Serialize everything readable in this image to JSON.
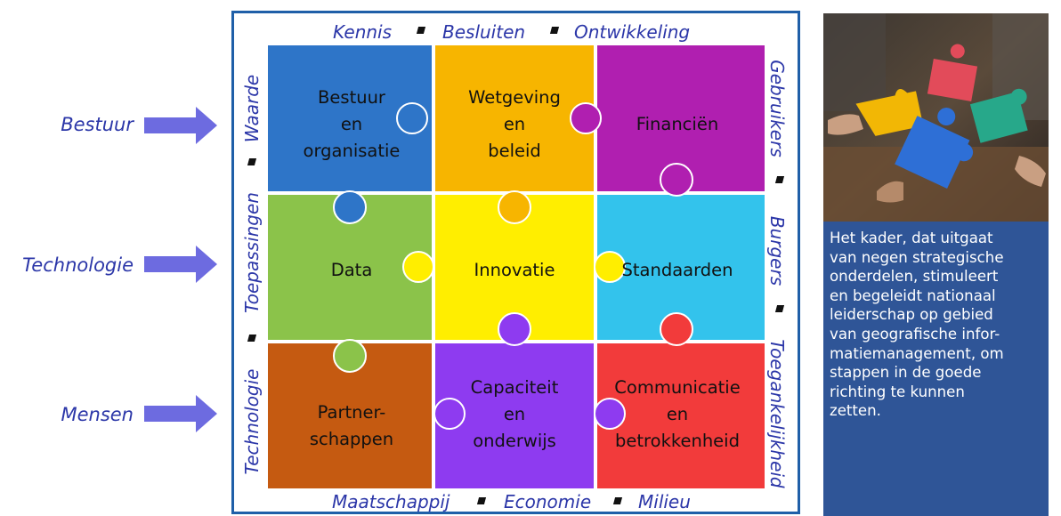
{
  "rows": {
    "governance": "Bestuur",
    "technology": "Technologie",
    "people": "Mensen"
  },
  "top_labels": [
    "Kennis",
    "Besluiten",
    "Ontwikkeling"
  ],
  "bottom_labels": [
    "Maatschappij",
    "Economie",
    "Milieu"
  ],
  "left_labels": [
    "Waarde",
    "Toepassingen",
    "Technologie"
  ],
  "right_labels": [
    "Gebruikers",
    "Burgers",
    "Toegankelijkheid"
  ],
  "tiles": [
    {
      "lines": [
        "Bestuur",
        "en",
        "organisatie"
      ],
      "color": "#2e75c8"
    },
    {
      "lines": [
        "Wetgeving",
        "en",
        "beleid"
      ],
      "color": "#f7b500"
    },
    {
      "lines": [
        "Financiën"
      ],
      "color": "#b01fb0"
    },
    {
      "lines": [
        "Data"
      ],
      "color": "#8bc34a"
    },
    {
      "lines": [
        "Innovatie"
      ],
      "color": "#ffee00"
    },
    {
      "lines": [
        "Standaarden"
      ],
      "color": "#33c3ec"
    },
    {
      "lines": [
        "Partner-",
        "schappen"
      ],
      "color": "#c55a11"
    },
    {
      "lines": [
        "Capaciteit",
        "en",
        "onderwijs"
      ],
      "color": "#8e3bf0"
    },
    {
      "lines": [
        "Communicatie",
        "en",
        "betrokkenheid"
      ],
      "color": "#f23b3b"
    }
  ],
  "caption_lines": [
    "Het kader, dat uitgaat",
    "van negen strategische",
    "onderdelen, stimuleert",
    "en begeleidt nationaal",
    "leiderschap op gebied",
    "van geografische infor-",
    "matiemanagement, om",
    "stappen in de goede",
    "richting te kunnen",
    "zetten."
  ],
  "colors": {
    "frame": "#1f5fa8",
    "label_text": "#2b36a8",
    "arrow": "#6d6be0",
    "caption_bg": "#2f5597"
  }
}
